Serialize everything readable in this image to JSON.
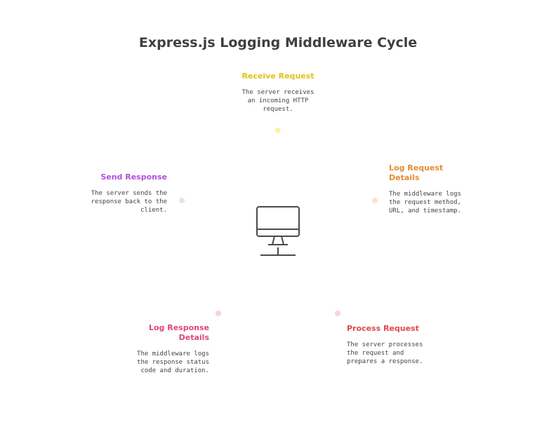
{
  "title": "Express.js Logging Middleware Cycle",
  "center_icon": "monitor-icon",
  "steps": [
    {
      "key": "receive",
      "heading": "Receive Request",
      "desc_lines": [
        "The server receives",
        "an incoming HTTP",
        "request."
      ],
      "color": "#e0c21a",
      "dot_color": "#fbf3a8"
    },
    {
      "key": "log_request",
      "heading_lines": [
        "Log Request",
        "Details"
      ],
      "desc_lines": [
        "The middleware logs",
        "the request method,",
        "URL, and timestamp."
      ],
      "color": "#e68a2e",
      "dot_color": "#fde3c8"
    },
    {
      "key": "process",
      "heading": "Process Request",
      "desc_lines": [
        "The server processes",
        "the request and",
        "prepares a response."
      ],
      "color": "#e0474c",
      "dot_color": "#fbd3da"
    },
    {
      "key": "log_response",
      "heading_lines": [
        "Log Response",
        "Details"
      ],
      "desc_lines": [
        "The middleware logs",
        "the response status",
        "code and duration."
      ],
      "color": "#e0457a",
      "dot_color": "#fad2e0"
    },
    {
      "key": "send",
      "heading": "Send Response",
      "desc_lines": [
        "The server sends the",
        "response back to the",
        "client."
      ],
      "color": "#b04fdc",
      "dot_color": "#e4e2f2"
    }
  ]
}
